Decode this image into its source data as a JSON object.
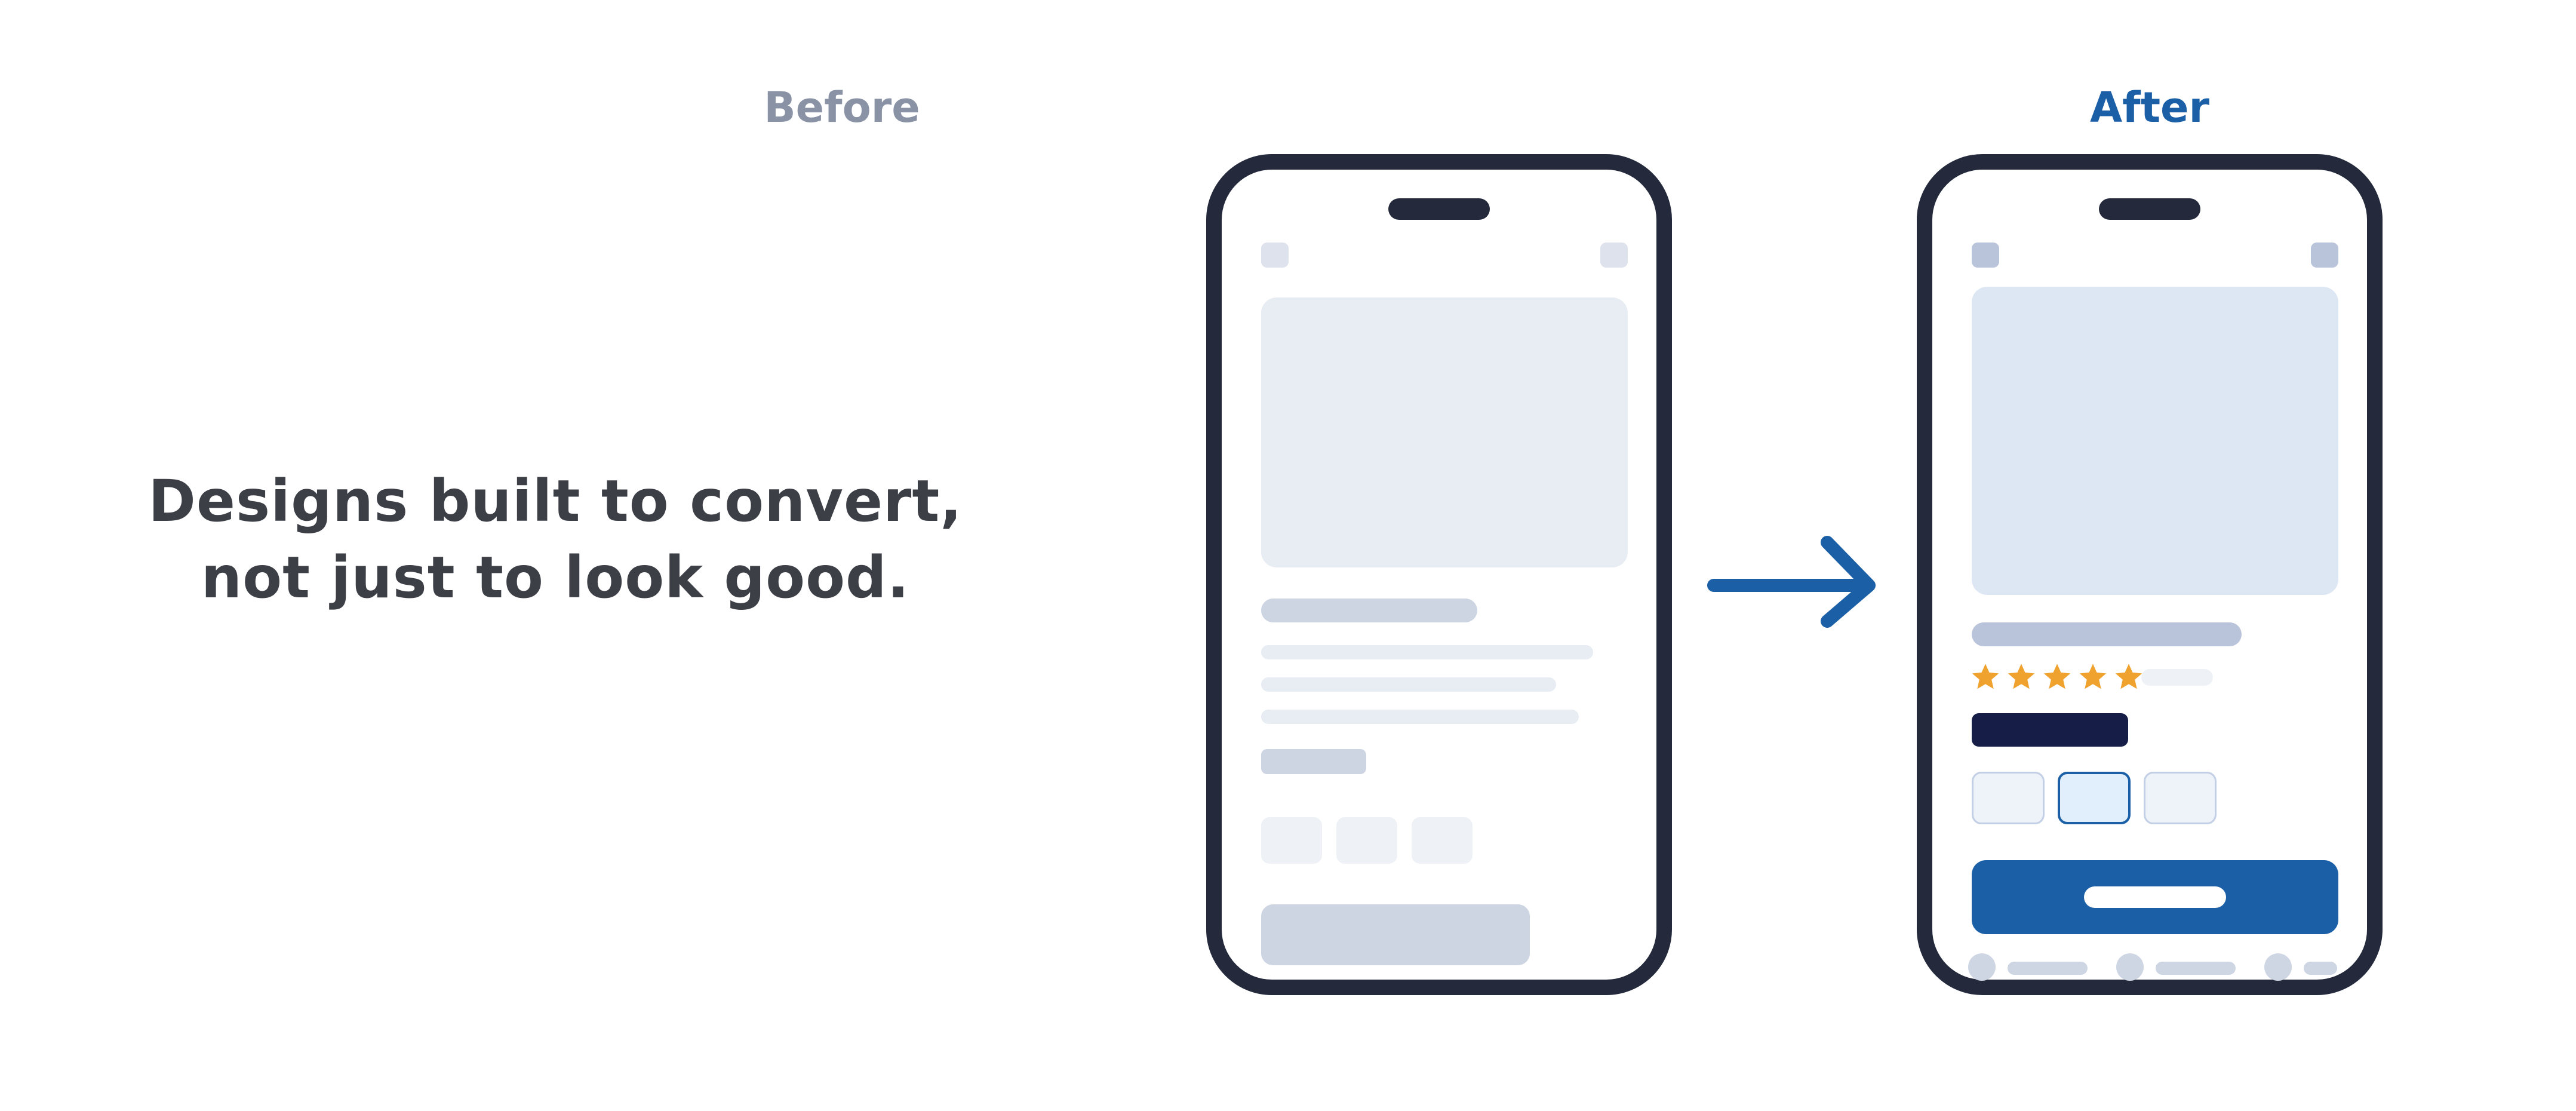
{
  "headline": {
    "line1": "Designs built to convert,",
    "line2": "not just to look good."
  },
  "before": {
    "caption": "Before",
    "caption_color": "#8a93a5"
  },
  "after": {
    "caption": "After",
    "caption_color": "#1b5fa6",
    "rating_stars": 5
  },
  "colors": {
    "phone_frame": "#242a3b",
    "arrow": "#1b5fa6",
    "star": "#f0a22e",
    "cta": "#1b5fa6",
    "price_tag": "#161d46"
  },
  "icons": {
    "arrow": "arrow-right-icon",
    "star": "star-icon"
  }
}
